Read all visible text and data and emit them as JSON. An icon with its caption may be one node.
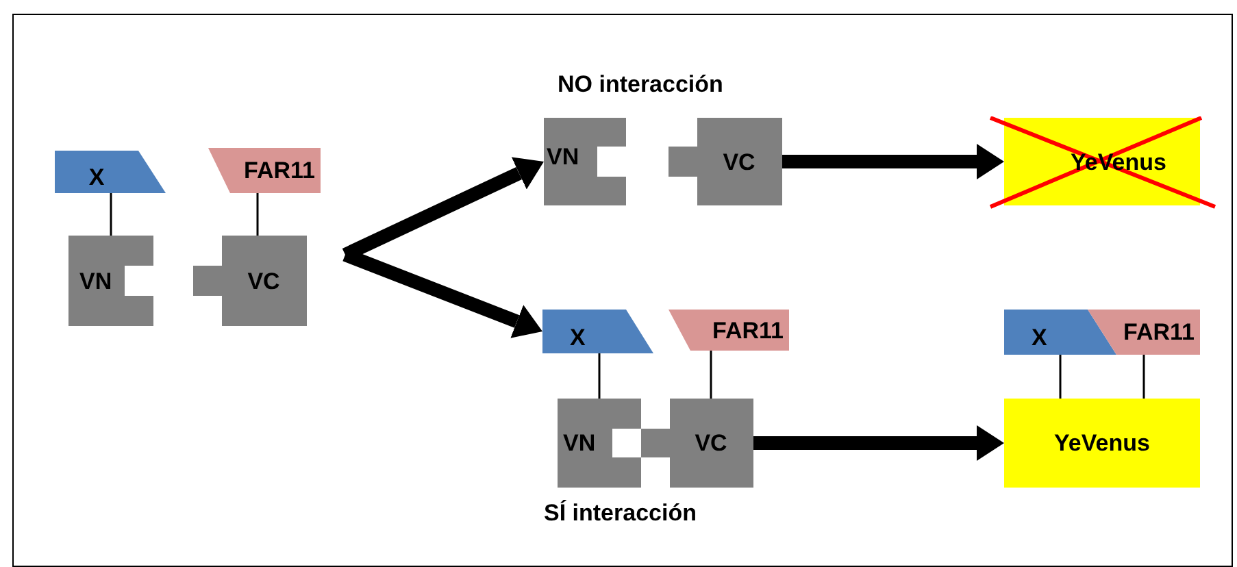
{
  "diagram": {
    "nodes": [
      {
        "text": [
          "X"
        ]
      },
      {
        "text": [
          "FAR11"
        ]
      },
      {
        "text": [
          "VN"
        ]
      },
      {
        "text": [
          "VC"
        ]
      },
      {
        "text": [
          "VN"
        ]
      },
      {
        "text": [
          "VC"
        ]
      },
      {
        "text": [
          "YeVenus"
        ]
      },
      {
        "text": [
          "X"
        ]
      },
      {
        "text": [
          "FAR11"
        ]
      },
      {
        "text": [
          "VN"
        ]
      },
      {
        "text": [
          "VC"
        ]
      },
      {
        "text": [
          "X"
        ]
      },
      {
        "text": [
          "FAR11"
        ]
      },
      {
        "text": [
          "YeVenus"
        ]
      }
    ],
    "edges": [
      {
        "from": 0,
        "to": 2,
        "arrow": "none"
      },
      {
        "from": 1,
        "to": 3,
        "arrow": "none"
      },
      {
        "from": null,
        "to": 4,
        "arrow": "to",
        "style": "thick"
      },
      {
        "from": null,
        "to": 7,
        "arrow": "to",
        "style": "thick"
      },
      {
        "from": 5,
        "to": 6,
        "arrow": "to",
        "style": "thick"
      },
      {
        "from": 7,
        "to": 9,
        "arrow": "none"
      },
      {
        "from": 8,
        "to": 10,
        "arrow": "none"
      },
      {
        "from": 10,
        "to": 13,
        "arrow": "to",
        "style": "thick"
      },
      {
        "from": 11,
        "to": 13,
        "arrow": "none"
      },
      {
        "from": 12,
        "to": 13,
        "arrow": "none"
      }
    ],
    "labels": [
      "NO interacción",
      "SÍ interacción"
    ]
  }
}
